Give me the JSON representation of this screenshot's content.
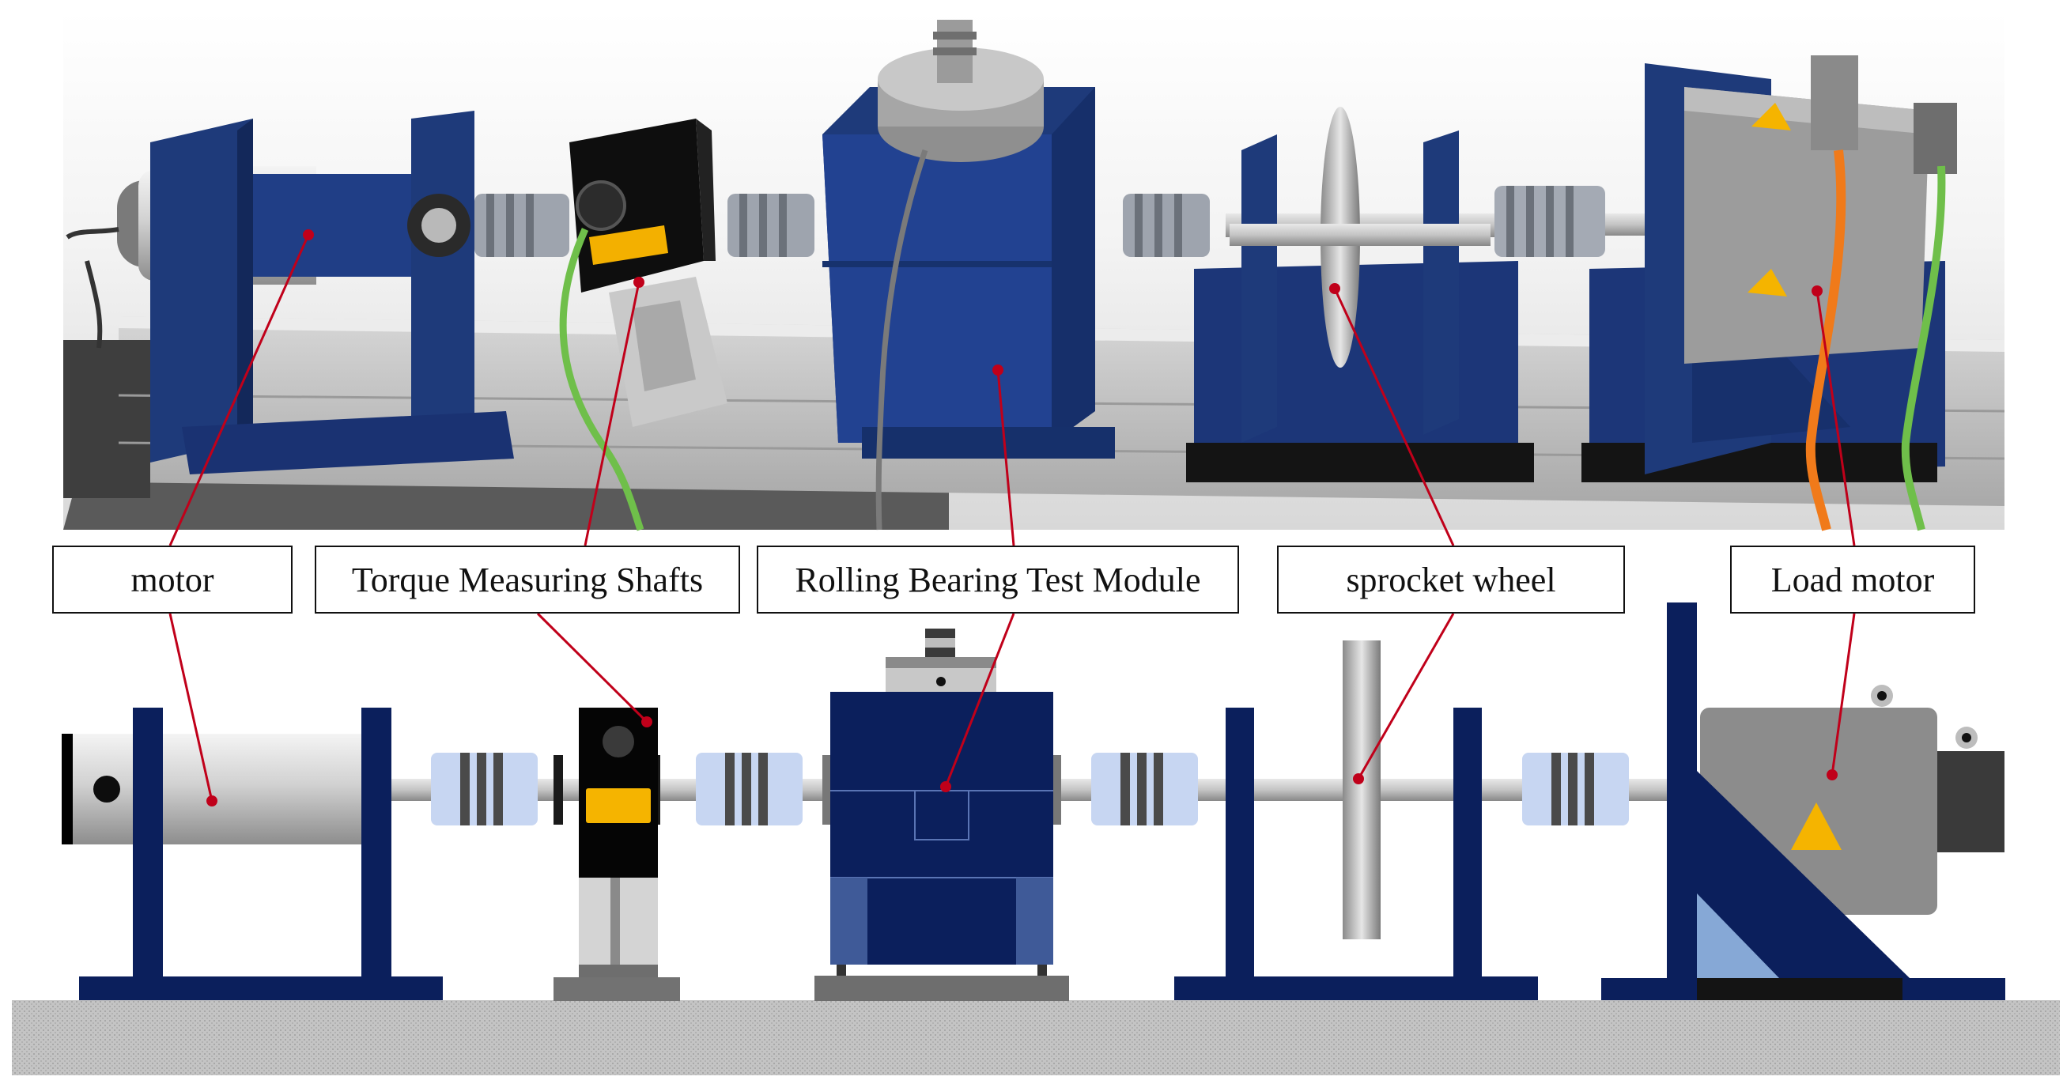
{
  "labels": {
    "motor": "motor",
    "torque": "Torque Measuring Shafts",
    "bearing": "Rolling Bearing Test Module",
    "sprocket": "sprocket wheel",
    "load_motor": "Load motor"
  },
  "colors": {
    "navy": "#0b1f5c",
    "leader_line": "#c0001a",
    "warning_yellow": "#f5b400",
    "coupling_blue": "#c7d6f2",
    "ground": "#bdbdbd",
    "cable_green": "#6fbf4a",
    "cable_orange": "#f07a1a"
  }
}
